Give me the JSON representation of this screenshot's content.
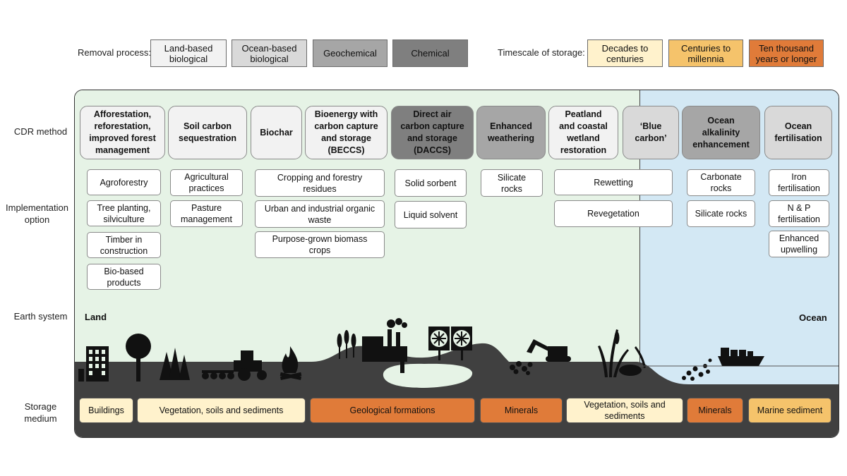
{
  "legend": {
    "removal_label": "Removal process:",
    "removal_items": [
      {
        "label": "Land-based\nbiological",
        "color": "#f2f2f2"
      },
      {
        "label": "Ocean-based\nbiological",
        "color": "#d9d9d9"
      },
      {
        "label": "Geochemical",
        "color": "#a6a6a6"
      },
      {
        "label": "Chemical",
        "color": "#7f7f7f"
      }
    ],
    "timescale_label": "Timescale of storage:",
    "timescale_items": [
      {
        "label": "Decades to\ncenturies",
        "color": "#fff2cc"
      },
      {
        "label": "Centuries to\nmillennia",
        "color": "#f5c36b"
      },
      {
        "label": "Ten thousand\nyears or longer",
        "color": "#e07b39"
      }
    ]
  },
  "rows": {
    "cdr_method": "CDR method",
    "implementation": "Implementation\noption",
    "earth_system": "Earth system",
    "storage": "Storage\nmedium"
  },
  "regions": {
    "land": "Land",
    "ocean": "Ocean"
  },
  "colors": {
    "land_bg": "#e6f3e6",
    "ocean_bg": "#d3e8f4",
    "ground": "#404040"
  },
  "methods": [
    {
      "label": "Afforestation,\nreforestation,\nimproved forest\nmanagement",
      "color": "#f2f2f2"
    },
    {
      "label": "Soil carbon\nsequestration",
      "color": "#f2f2f2"
    },
    {
      "label": "Biochar",
      "color": "#f2f2f2"
    },
    {
      "label": "Bioenergy with\ncarbon capture\nand storage\n(BECCS)",
      "color": "#f2f2f2"
    },
    {
      "label": "Direct air\ncarbon capture\nand storage\n(DACCS)",
      "color": "#7f7f7f"
    },
    {
      "label": "Enhanced\nweathering",
      "color": "#a6a6a6"
    },
    {
      "label": "Peatland\nand coastal\nwetland\nrestoration",
      "color": "#f2f2f2"
    },
    {
      "label": "‘Blue\ncarbon’",
      "color": "#d9d9d9"
    },
    {
      "label": "Ocean\nalkalinity\nenhancement",
      "color": "#a6a6a6"
    },
    {
      "label": "Ocean\nfertilisation",
      "color": "#d9d9d9"
    }
  ],
  "options": {
    "afforestation": [
      "Agroforestry",
      "Tree planting,\nsilviculture",
      "Timber in\nconstruction",
      "Bio-based\nproducts"
    ],
    "soil": [
      "Agricultural\npractices",
      "Pasture\nmanagement"
    ],
    "biomass": [
      "Cropping and forestry\nresidues",
      "Urban and industrial organic\nwaste",
      "Purpose-grown biomass\ncrops"
    ],
    "daccs": [
      "Solid sorbent",
      "Liquid solvent"
    ],
    "weathering": [
      "Silicate\nrocks"
    ],
    "peatland": [
      "Rewetting",
      "Revegetation"
    ],
    "alkalinity": [
      "Carbonate\nrocks",
      "Silicate rocks"
    ],
    "fertilisation": [
      "Iron\nfertilisation",
      "N & P\nfertilisation",
      "Enhanced\nupwelling"
    ]
  },
  "storage": [
    {
      "label": "Buildings",
      "color": "#fff2cc"
    },
    {
      "label": "Vegetation, soils and sediments",
      "color": "#fff2cc"
    },
    {
      "label": "Geological formations",
      "color": "#e07b39"
    },
    {
      "label": "Minerals",
      "color": "#e07b39"
    },
    {
      "label": "Vegetation, soils and\nsediments",
      "color": "#fff2cc"
    },
    {
      "label": "Minerals",
      "color": "#e07b39"
    },
    {
      "label": "Marine sediment",
      "color": "#f5c36b"
    }
  ]
}
